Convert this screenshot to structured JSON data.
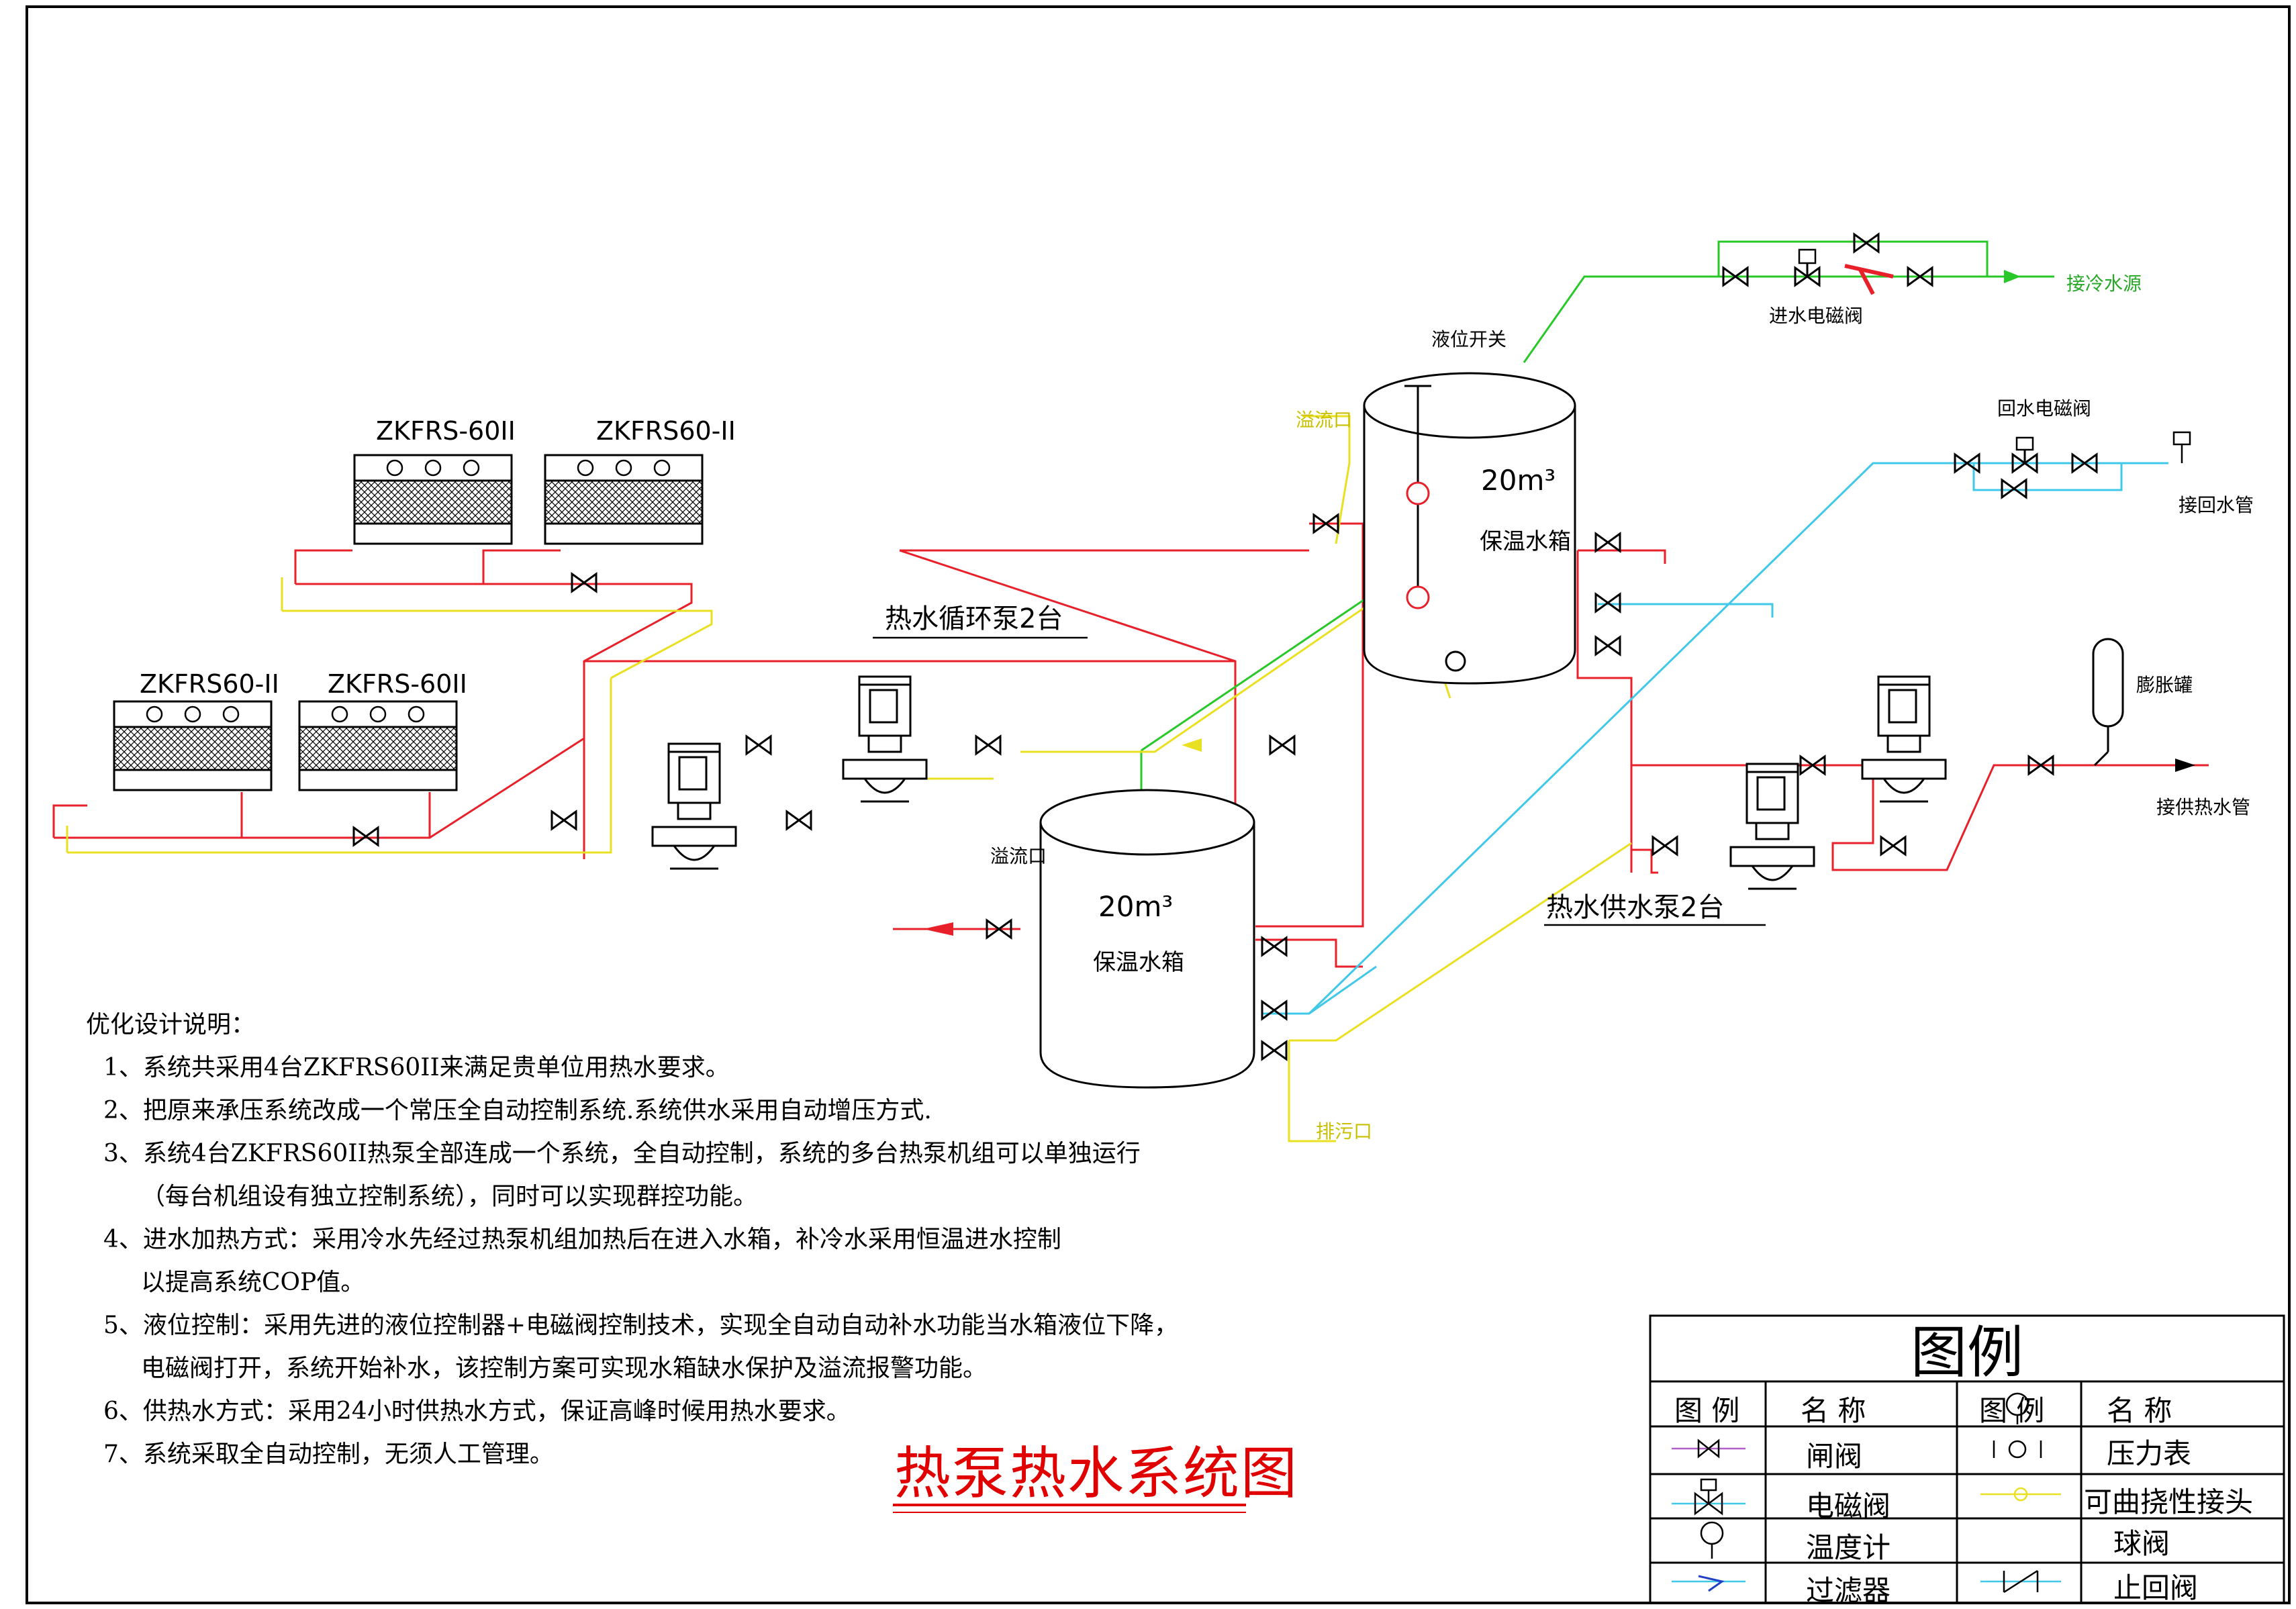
{
  "units": {
    "u1": "ZKFRS-60II",
    "u2": "ZKFRS60-II",
    "u3": "ZKFRS60-II",
    "u4": "ZKFRS-60II"
  },
  "labels": {
    "circ_pump": "热水循环泵2台",
    "supply_pump": "热水供水泵2台",
    "level_switch": "液位开关",
    "overflow_top": "溢流口",
    "overflow_bottom": "溢流口",
    "drain": "排污口",
    "inlet_valve": "进水电磁阀",
    "return_valve": "回水电磁阀",
    "cold_water": "接冷水源",
    "return_pipe": "接回水管",
    "hot_supply": "接供热水管",
    "expansion_tank": "膨胀罐",
    "tank1_vol": "20m³",
    "tank1_name": "保温水箱",
    "tank2_vol": "20m³",
    "tank2_name": "保温水箱"
  },
  "notes": {
    "heading": "优化设计说明：",
    "n1": "1、系统共采用4台ZKFRS60II来满足贵单位用热水要求。",
    "n2": "2、把原来承压系统改成一个常压全自动控制系统.系统供水采用自动增压方式.",
    "n3a": "3、系统4台ZKFRS60II热泵全部连成一个系统，全自动控制，系统的多台热泵机组可以单独运行",
    "n3b": "（每台机组设有独立控制系统），同时可以实现群控功能。",
    "n4a": "4、进水加热方式：采用冷水先经过热泵机组加热后在进入水箱，补冷水采用恒温进水控制",
    "n4b": "以提高系统COP值。",
    "n5a": "5、液位控制：采用先进的液位控制器+电磁阀控制技术，实现全自动自动补水功能当水箱液位下降，",
    "n5b": "电磁阀打开，系统开始补水，该控制方案可实现水箱缺水保护及溢流报警功能。",
    "n6": "6、供热水方式：采用24小时供热水方式，保证高峰时候用热水要求。",
    "n7": "7、系统采取全自动控制，无须人工管理。"
  },
  "title": "热泵热水系统图",
  "legend": {
    "title": "图例",
    "col_symbol": "图  例",
    "col_name": "名  称",
    "items": [
      {
        "name": "闸阀",
        "icon": "gate-valve"
      },
      {
        "name": "电磁阀",
        "icon": "solenoid-valve"
      },
      {
        "name": "温度计",
        "icon": "thermometer"
      },
      {
        "name": "过滤器",
        "icon": "strainer"
      },
      {
        "name": "压力表",
        "icon": "pressure-gauge"
      },
      {
        "name": "可曲挠性接头",
        "icon": "flexible-joint"
      },
      {
        "name": "球阀",
        "icon": "ball-valve"
      },
      {
        "name": "止回阀",
        "icon": "check-valve"
      }
    ]
  },
  "colors": {
    "hot": "#e8202a",
    "cold": "#28c828",
    "return": "#40c8e8",
    "aux": "#e8e020",
    "line": "#000000"
  }
}
